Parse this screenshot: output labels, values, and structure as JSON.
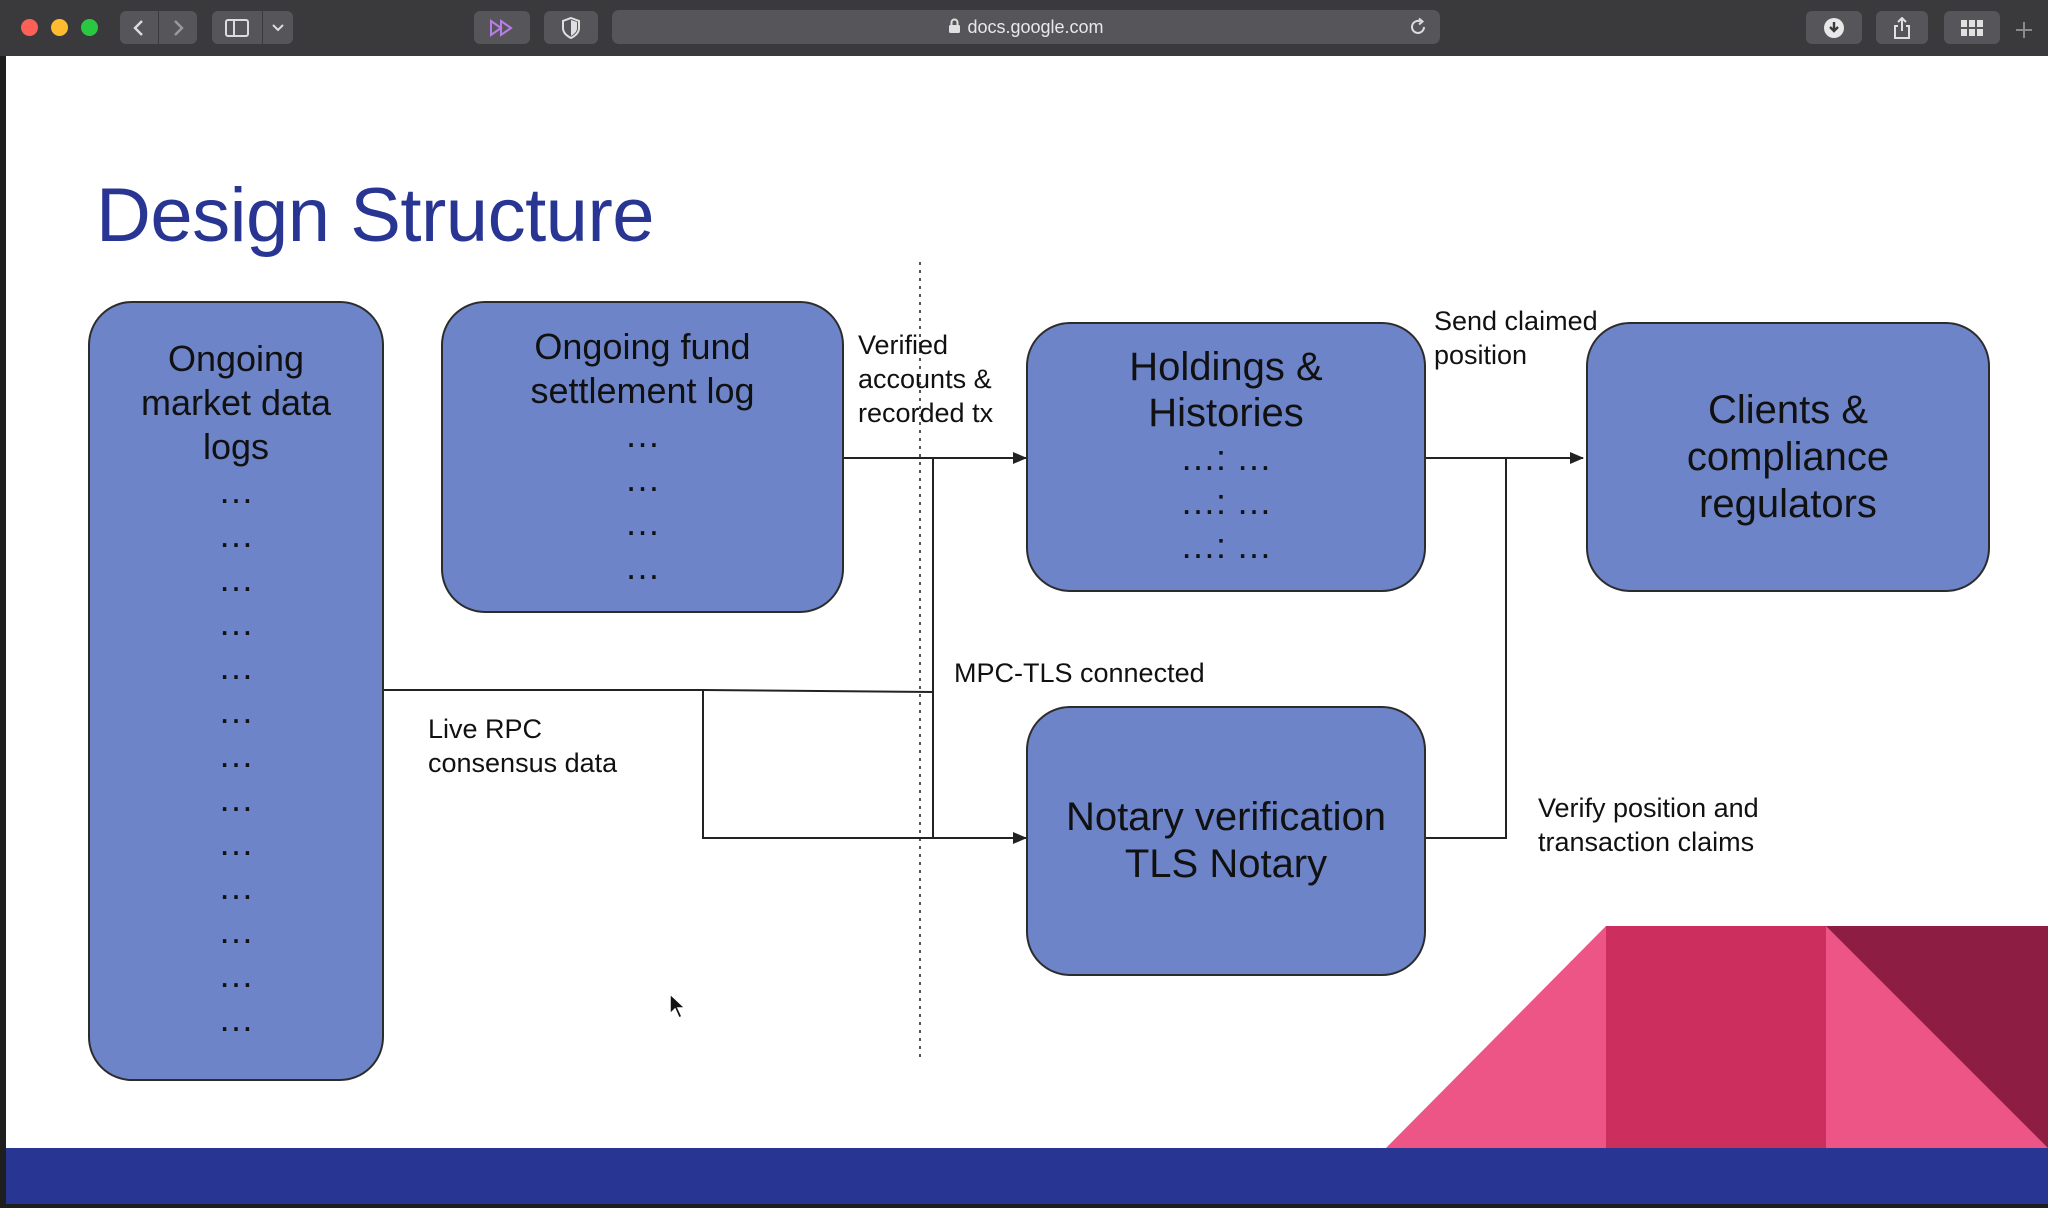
{
  "browser": {
    "url": "docs.google.com",
    "icons": [
      "back-icon",
      "forward-icon",
      "sidebar-icon",
      "chevron-down-icon",
      "fast-forward-icon",
      "shield-icon",
      "lock-icon",
      "reload-icon",
      "download-icon",
      "share-icon",
      "tabs-grid-icon",
      "new-tab-icon"
    ]
  },
  "slide": {
    "title": "Design Structure",
    "nodes": {
      "market": {
        "title": "Ongoing\nmarket data\nlogs",
        "dots": "…\n…\n…\n…\n…\n…\n…\n…\n…\n…\n…\n…\n…"
      },
      "fund": {
        "title": "Ongoing fund\nsettlement log",
        "dots": "…\n…\n…\n…"
      },
      "holdings": {
        "title": "Holdings &\nHistories",
        "dots": "…: …\n…: …\n…: …"
      },
      "clients": {
        "title": "Clients &\ncompliance\nregulators"
      },
      "notary": {
        "title": "Notary verification\nTLS Notary"
      }
    },
    "labels": {
      "verified": "Verified\naccounts &\nrecorded tx",
      "send": "Send claimed\nposition",
      "mpc": "MPC-TLS connected",
      "rpc": "Live RPC\nconsensus data",
      "verify": "Verify position and\ntransaction claims"
    }
  },
  "colors": {
    "title": "#283593",
    "node_fill": "#6d84c8",
    "footer": "#283593",
    "accent_pink": "#ec5585",
    "accent_crimson": "#cc2e5e",
    "accent_maroon": "#8e1d44"
  }
}
